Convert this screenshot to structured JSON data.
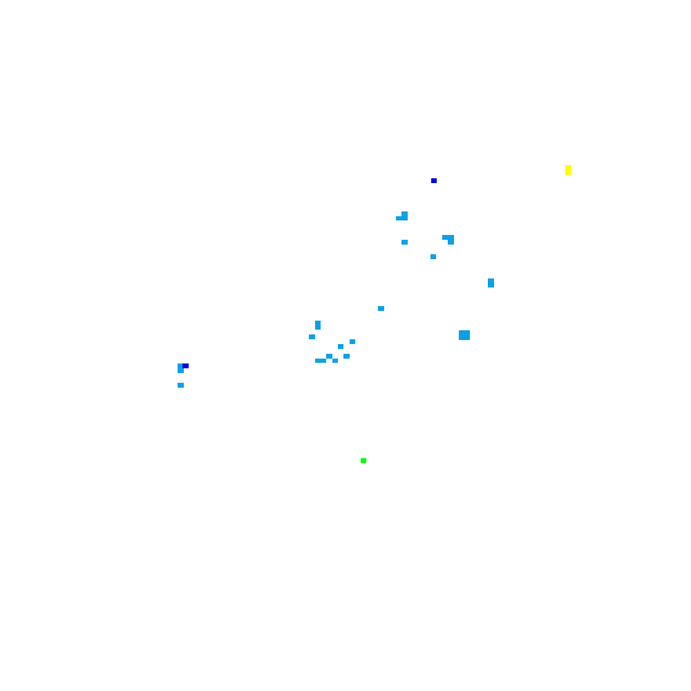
{
  "palette": {
    "background": "#ffffff",
    "cyan": "#0ba0e6",
    "blue": "#0000dc",
    "yellow": "#ffff00",
    "green": "#00ff00"
  },
  "pixel_clusters": {
    "color_keys": [
      "yellow",
      "blue",
      "cyan",
      "cyan",
      "cyan",
      "cyan",
      "cyan",
      "cyan",
      "cyan",
      "cyan",
      "cyan",
      "cyan",
      "cyan",
      "cyan",
      "cyan",
      "cyan",
      "cyan",
      "cyan",
      "cyan",
      "cyan",
      "blue",
      "cyan",
      "green"
    ]
  }
}
